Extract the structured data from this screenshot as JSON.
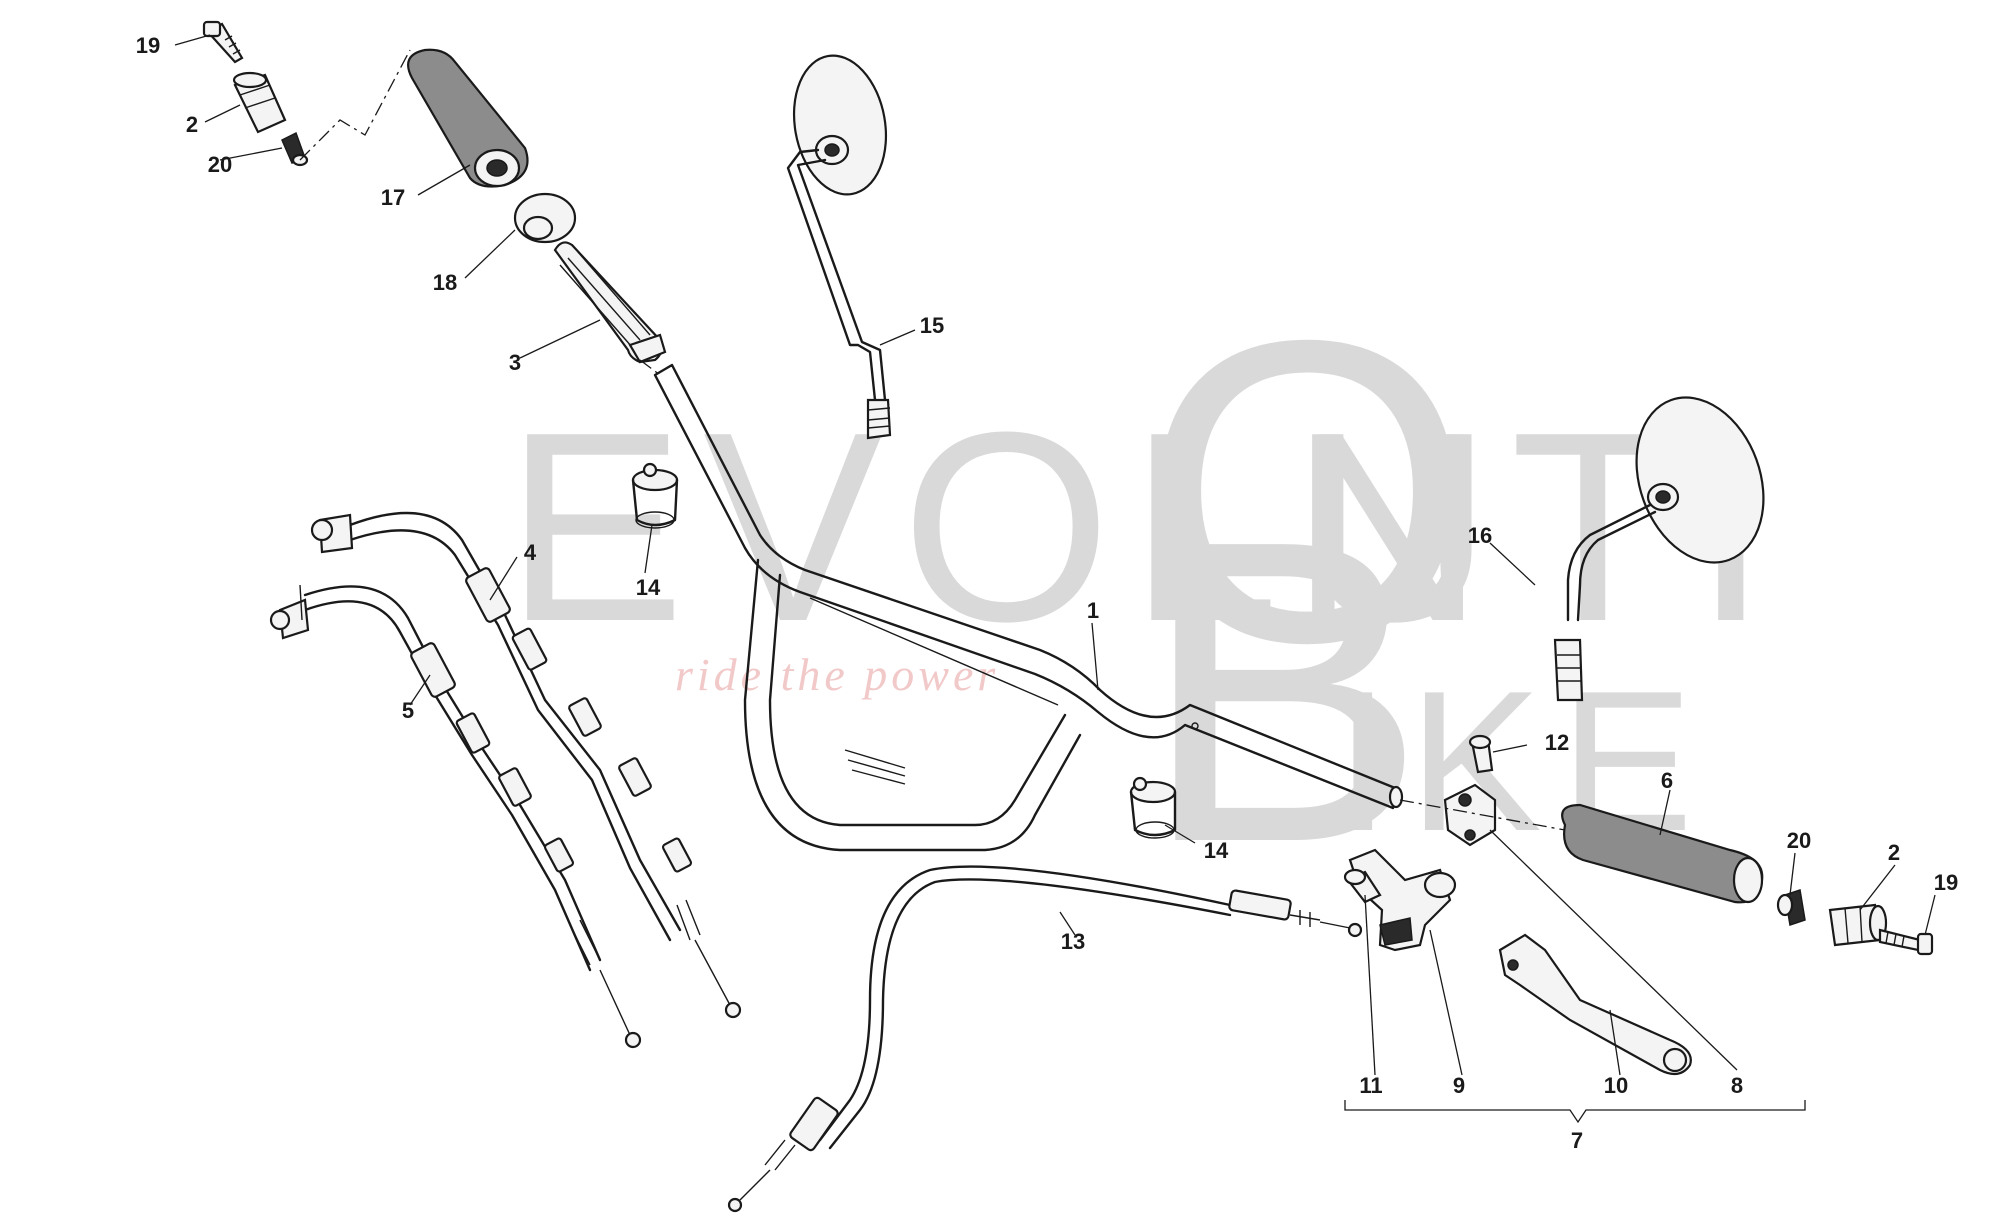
{
  "watermark": {
    "brand_left": "EVOLUTI",
    "brand_right": "N",
    "big_letter_top": "O",
    "big_letter_bottom": "B",
    "brand_suffix": "IKE",
    "tagline": "ride the power"
  },
  "callouts": {
    "c1": "1",
    "c2a": "2",
    "c2b": "2",
    "c3": "3",
    "c4": "4",
    "c5": "5",
    "c6": "6",
    "c7": "7",
    "c8": "8",
    "c9": "9",
    "c10": "10",
    "c11": "11",
    "c12": "12",
    "c13": "13",
    "c14a": "14",
    "c14b": "14",
    "c15": "15",
    "c16": "16",
    "c17": "17",
    "c18": "18",
    "c19a": "19",
    "c19b": "19",
    "c20a": "20",
    "c20b": "20"
  },
  "colors": {
    "line": "#1a1a1a",
    "grip": "#8c8c8c",
    "watermark": "#d9d9d9",
    "tagline": "#f2c9c9"
  }
}
